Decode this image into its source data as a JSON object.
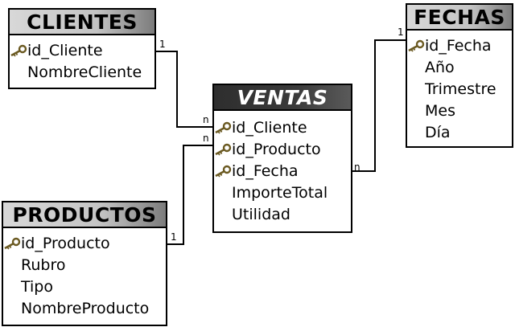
{
  "entities": {
    "clientes": {
      "title": "CLIENTES",
      "fields": [
        "id_Cliente",
        "NombreCliente"
      ]
    },
    "fechas": {
      "title": "FECHAS",
      "fields": [
        "id_Fecha",
        "Año",
        "Trimestre",
        "Mes",
        "Día"
      ]
    },
    "ventas": {
      "title": "VENTAS",
      "fields": [
        "id_Cliente",
        "id_Producto",
        "id_Fecha",
        "ImporteTotal",
        "Utilidad"
      ]
    },
    "productos": {
      "title": "PRODUCTOS",
      "fields": [
        "id_Producto",
        "Rubro",
        "Tipo",
        "NombreProducto"
      ]
    }
  },
  "cardinality": {
    "clientes_one": "1",
    "ventas_cliente_many": "n",
    "ventas_producto_many": "n",
    "productos_one": "1",
    "fechas_one": "1",
    "ventas_fecha_many": "n"
  },
  "icons": {
    "primary_key": "key-icon"
  }
}
